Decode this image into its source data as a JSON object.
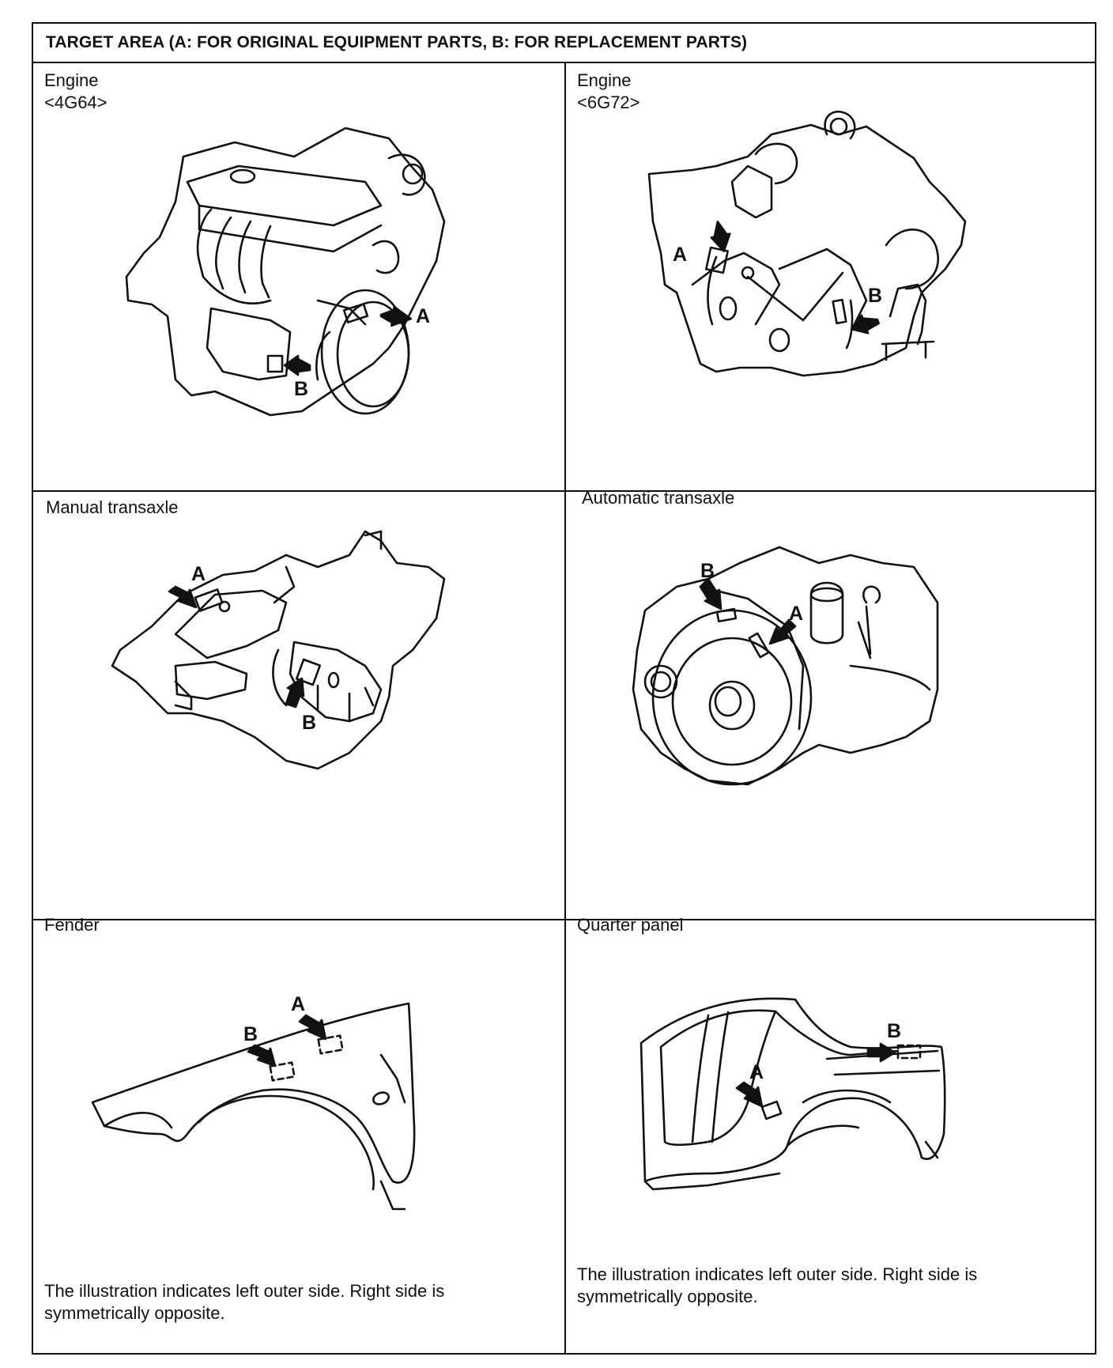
{
  "header": {
    "title": "TARGET AREA (A: FOR ORIGINAL EQUIPMENT PARTS, B: FOR REPLACEMENT PARTS)"
  },
  "cells": {
    "engine_4g64": {
      "title": "Engine",
      "subtitle": "<4G64>",
      "marker_a": "A",
      "marker_b": "B"
    },
    "engine_6g72": {
      "title": "Engine",
      "subtitle": "<6G72>",
      "marker_a": "A",
      "marker_b": "B"
    },
    "manual_transaxle": {
      "title": "Manual transaxle",
      "marker_a": "A",
      "marker_b": "B"
    },
    "automatic_transaxle": {
      "title": "Automatic transaxle",
      "marker_a": "A",
      "marker_b": "B"
    },
    "fender": {
      "title": "Fender",
      "marker_a": "A",
      "marker_b": "B",
      "note": "The illustration indicates left outer side. Right side is symmetrically opposite."
    },
    "quarter_panel": {
      "title": "Quarter panel",
      "marker_a": "A",
      "marker_b": "B",
      "note": "The illustration indicates left outer side. Right side is symmetrically opposite."
    }
  },
  "icons": [
    "arrow-icon",
    "label-plate-icon"
  ]
}
